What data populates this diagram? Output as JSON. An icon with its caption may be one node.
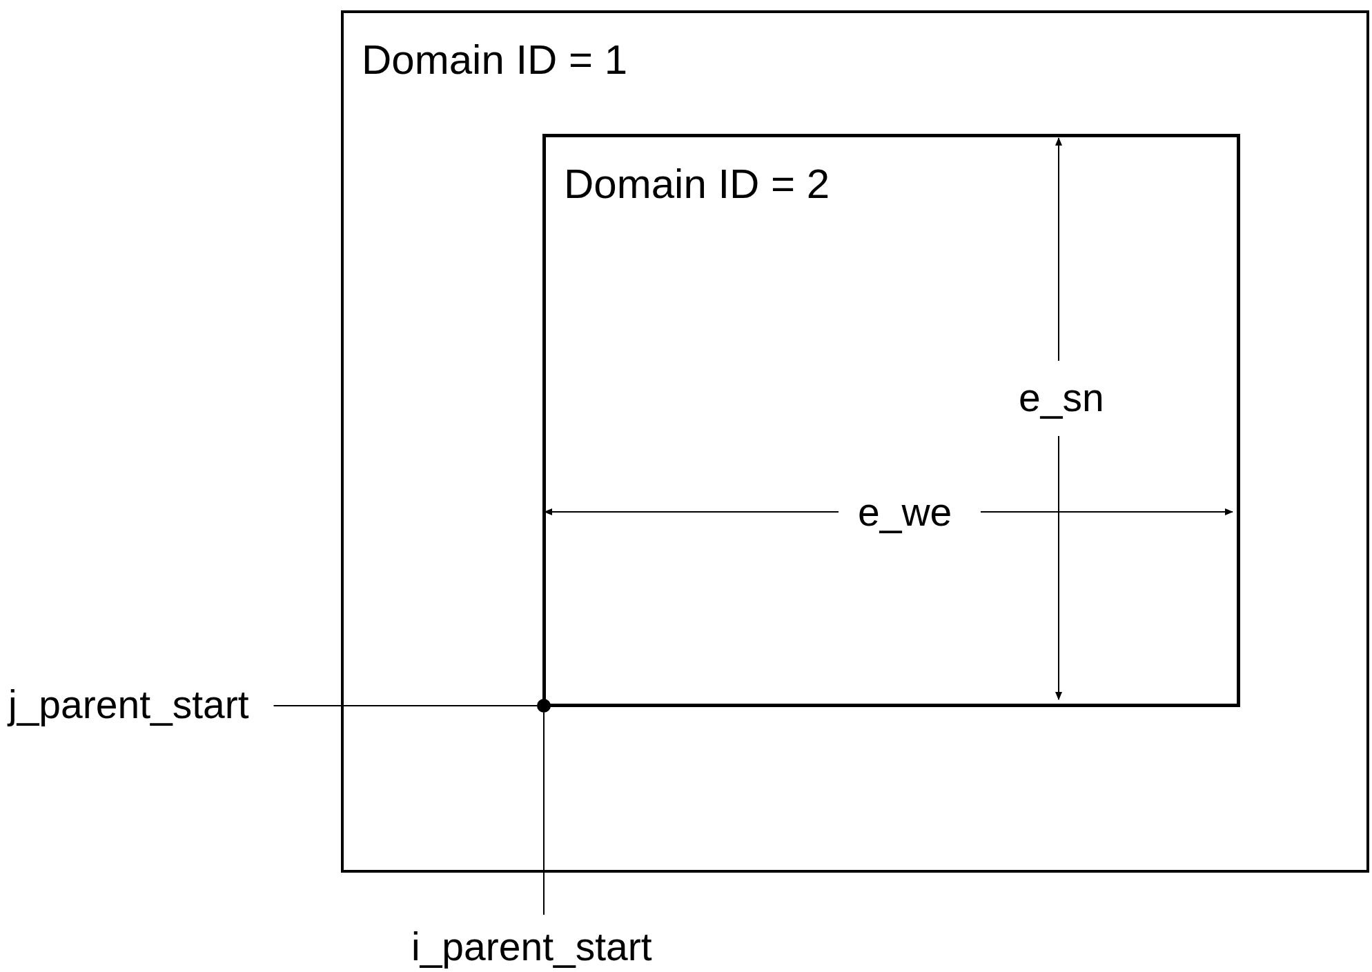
{
  "diagram": {
    "nodes": [
      {
        "text": [
          "Domain ID = 1"
        ]
      },
      {
        "text": [
          "Domain ID = 2"
        ],
        "in": 0
      },
      {
        "text": [
          "j_parent_start"
        ]
      },
      {
        "text": [
          "i_parent_start"
        ]
      },
      {
        "text": [],
        "shape": "circle",
        "in": 0
      }
    ],
    "edges": [
      {
        "from": 2,
        "to": 4,
        "arrow": "none"
      },
      {
        "from": 3,
        "to": 4,
        "arrow": "none"
      }
    ],
    "labels": [
      "e_sn",
      "e_we"
    ]
  }
}
